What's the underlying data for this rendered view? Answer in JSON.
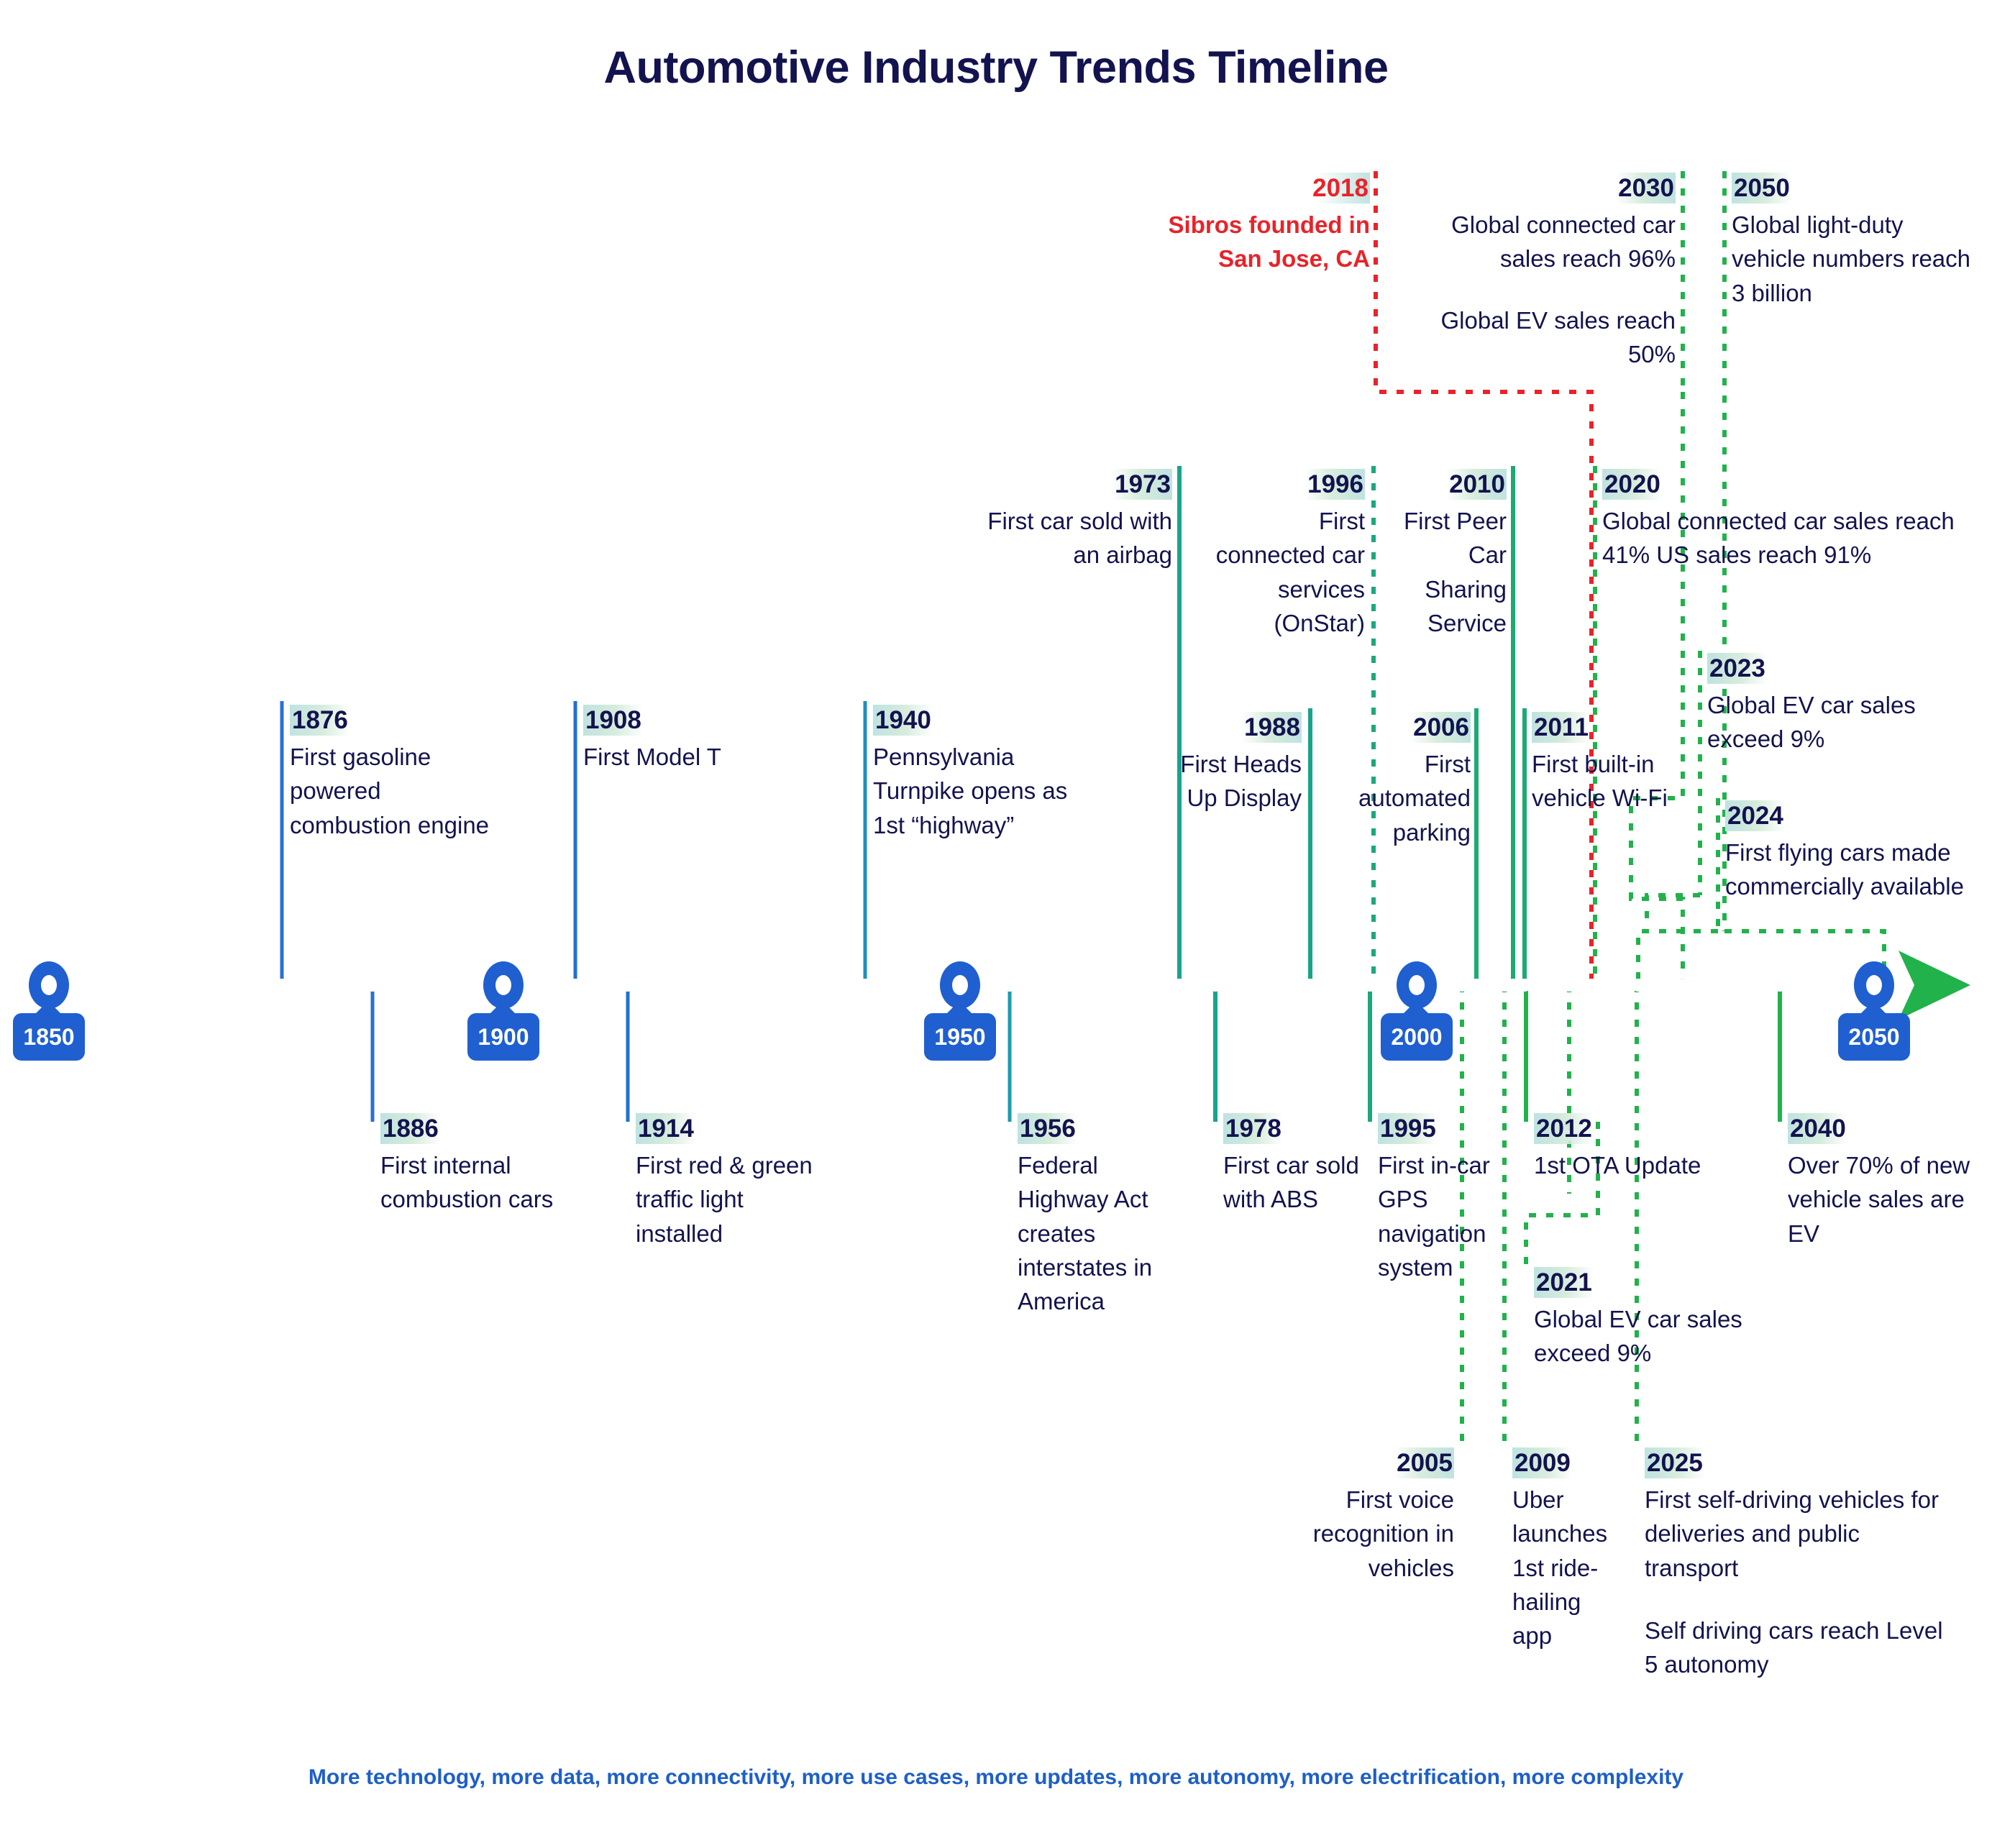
{
  "title": "Automotive Industry Trends Timeline",
  "footer": "More technology, more data, more connectivity, more use cases, more updates, more autonomy, more electrification, more complexity",
  "colors": {
    "title": "#13134f",
    "text": "#13134f",
    "accent_blue": "#1f5fd0",
    "accent_green": "#21b24b",
    "accent_teal": "#19a48a",
    "highlight": "#bfe3e0",
    "sibros_red": "#e8232a",
    "footer_blue": "#1e5fc8"
  },
  "axis": {
    "start_label": "1850",
    "end_label": "2050",
    "arrow": "right-arrow-icon",
    "decades": [
      {
        "label": "1850"
      },
      {
        "label": "1900"
      },
      {
        "label": "1950"
      },
      {
        "label": "2000"
      },
      {
        "label": "2050"
      }
    ]
  },
  "events": [
    {
      "year": "1876",
      "body": "First gasoline powered combustion engine"
    },
    {
      "year": "1886",
      "body": "First internal combustion cars"
    },
    {
      "year": "1908",
      "body": "First Model T"
    },
    {
      "year": "1914",
      "body": "First red & green traffic light installed"
    },
    {
      "year": "1940",
      "body": "Pennsylvania Turnpike opens as 1st “highway”"
    },
    {
      "year": "1956",
      "body": "Federal Highway Act creates interstates in America"
    },
    {
      "year": "1973",
      "body": "First car sold with an airbag"
    },
    {
      "year": "1978",
      "body": "First car sold with ABS"
    },
    {
      "year": "1988",
      "body": "First Heads Up Display"
    },
    {
      "year": "1995",
      "body": "First in-car GPS navigation system"
    },
    {
      "year": "1996",
      "body": "First connected car services (OnStar)"
    },
    {
      "year": "2005",
      "body": "First voice recognition in vehicles"
    },
    {
      "year": "2006",
      "body": "First automated parking"
    },
    {
      "year": "2009",
      "body": "Uber launches 1st ride-hailing app"
    },
    {
      "year": "2010",
      "body": "First Peer Car Sharing Service"
    },
    {
      "year": "2011",
      "body": "First built-in vehicle Wi-Fi"
    },
    {
      "year": "2012",
      "body": "1st OTA Update"
    },
    {
      "year": "2018",
      "body": "Sibros founded in San Jose, CA",
      "highlight": "sibros"
    },
    {
      "year": "2020",
      "body": "Global connected car sales reach 41% US sales reach 91%"
    },
    {
      "year": "2021",
      "body": "Global EV car sales exceed 9%"
    },
    {
      "year": "2023",
      "body": "Global EV car sales exceed 9%"
    },
    {
      "year": "2024",
      "body": "First flying cars made commercially available"
    },
    {
      "year": "2025",
      "body": "First self-driving vehicles for deliveries and public transport",
      "body2": "Self driving cars reach Level 5 autonomy"
    },
    {
      "year": "2030",
      "body": "Global connected car sales reach 96%",
      "body2": "Global EV sales reach 50%"
    },
    {
      "year": "2040",
      "body": "Over 70% of new vehicle sales are EV"
    },
    {
      "year": "2050",
      "body": "Global light-duty vehicle numbers reach 3 billion"
    }
  ]
}
